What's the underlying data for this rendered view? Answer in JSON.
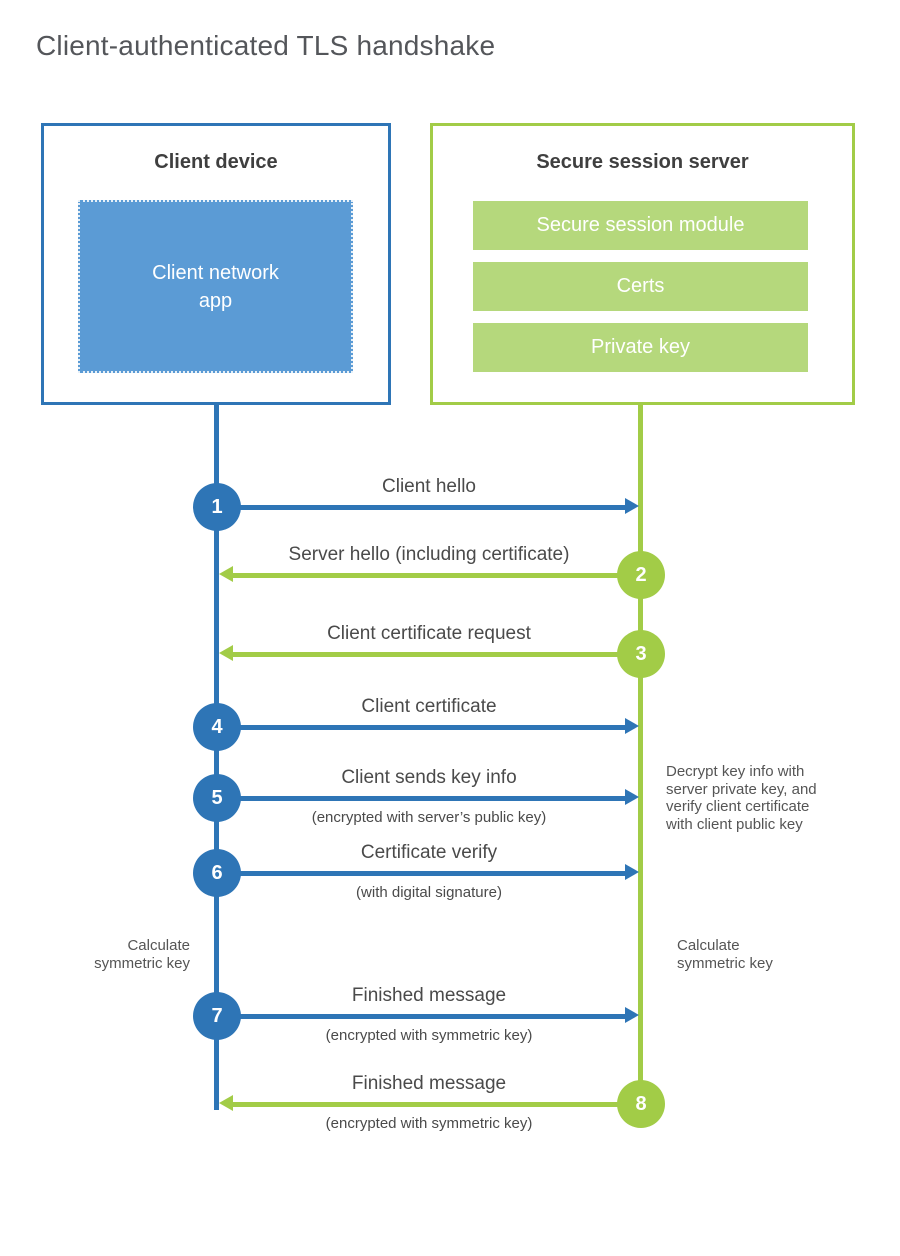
{
  "title": "Client-authenticated TLS handshake",
  "colors": {
    "blue": "#2e75b6",
    "blue_light": "#5b9bd5",
    "green": "#a2cc47",
    "green_light": "#b5d87c",
    "heading_text": "#3f3f3f",
    "label_text": "#4a4a4a",
    "title_text": "#54565a"
  },
  "client": {
    "title": "Client device",
    "app_label": "Client network\napp"
  },
  "server": {
    "title": "Secure session server",
    "modules": [
      "Secure session module",
      "Certs",
      "Private key"
    ]
  },
  "steps": [
    {
      "num": "1",
      "from": "client",
      "label": "Client hello",
      "sub": ""
    },
    {
      "num": "2",
      "from": "server",
      "label": "Server hello (including certificate)",
      "sub": ""
    },
    {
      "num": "3",
      "from": "server",
      "label": "Client certificate request",
      "sub": ""
    },
    {
      "num": "4",
      "from": "client",
      "label": "Client certificate",
      "sub": ""
    },
    {
      "num": "5",
      "from": "client",
      "label": "Client sends key info",
      "sub": "(encrypted with server’s public key)"
    },
    {
      "num": "6",
      "from": "client",
      "label": "Certificate verify",
      "sub": "(with digital signature)"
    },
    {
      "num": "7",
      "from": "client",
      "label": "Finished message",
      "sub": "(encrypted with symmetric key)"
    },
    {
      "num": "8",
      "from": "server",
      "label": "Finished message",
      "sub": "(encrypted with symmetric key)"
    }
  ],
  "annotations": {
    "decrypt_note": "Decrypt key info with\nserver private key, and\nverify client certificate\nwith client public key",
    "calculate_left": "Calculate\nsymmetric key",
    "calculate_right": "Calculate\nsymmetric key"
  }
}
